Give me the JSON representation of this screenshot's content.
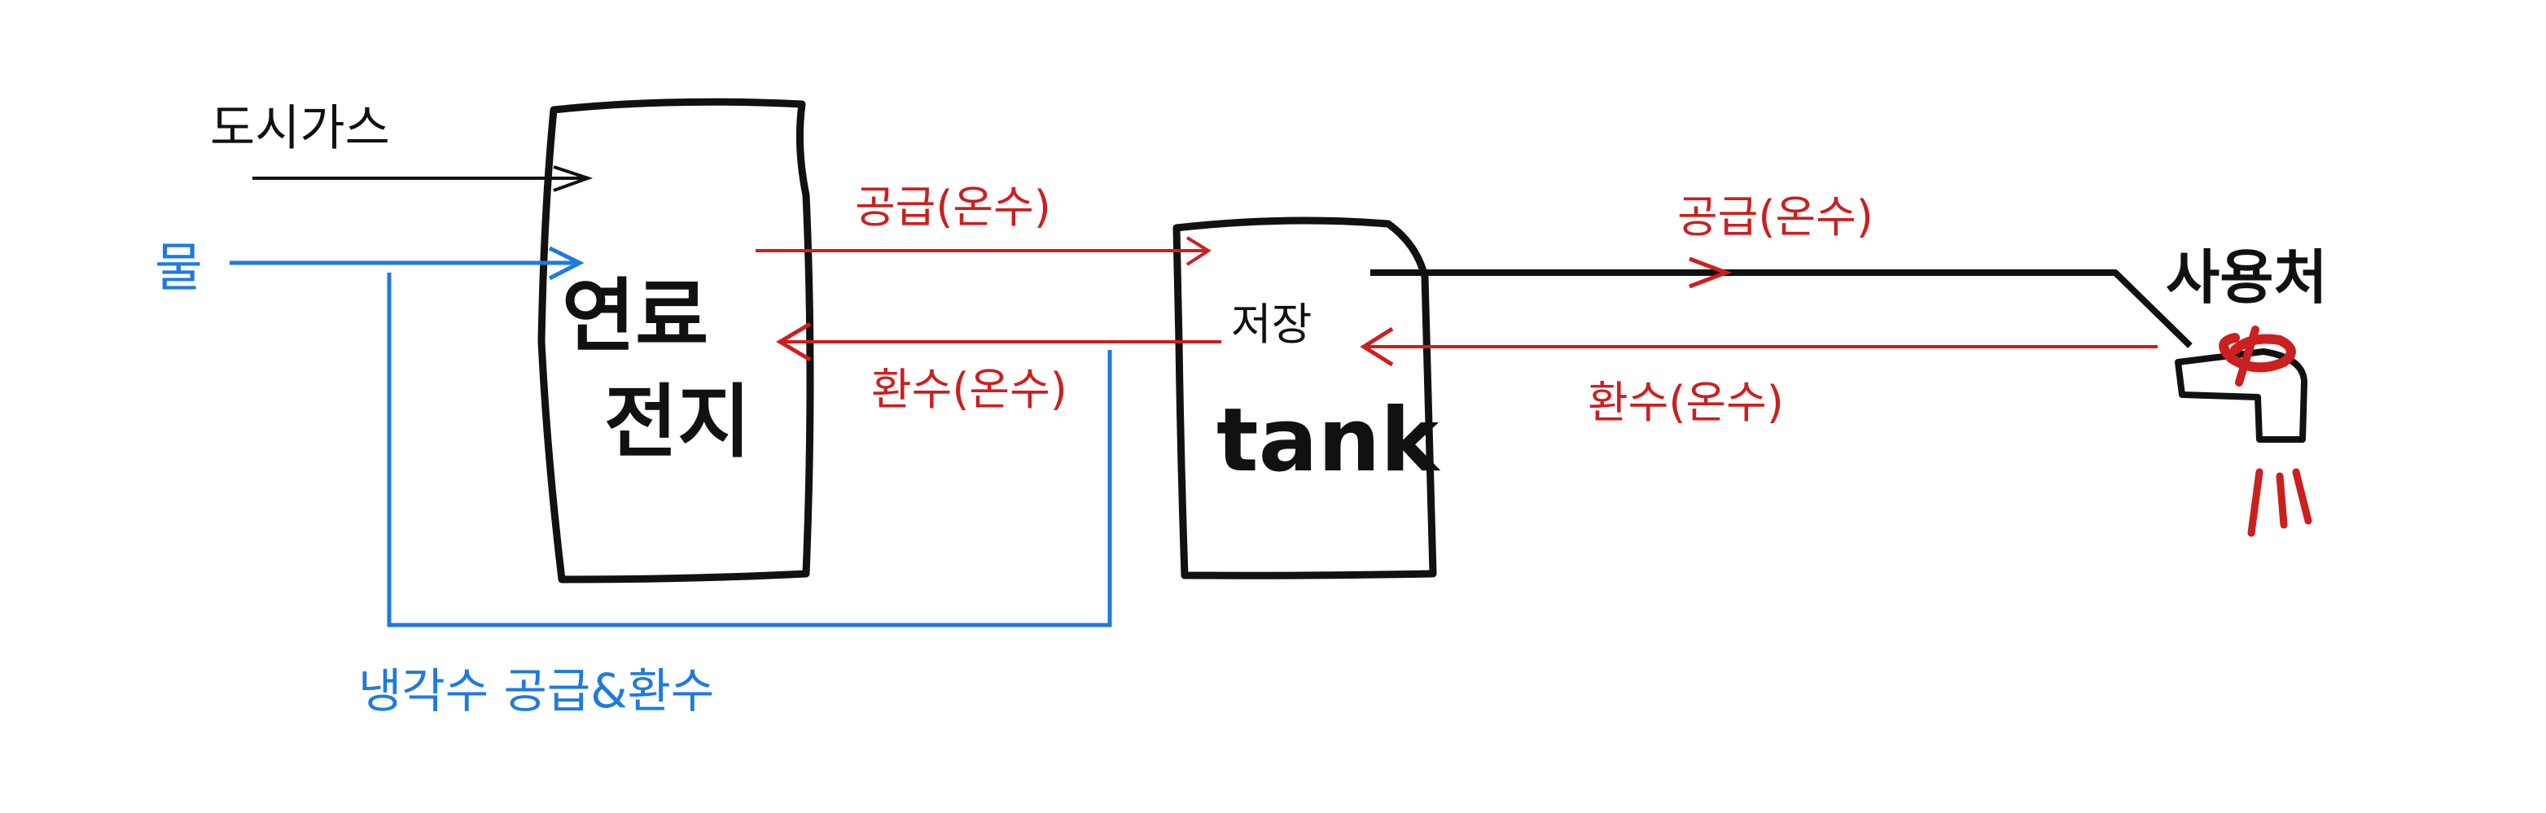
{
  "colors": {
    "hot_water": "#cc1f1f",
    "cooling_water": "#1e7ae0",
    "gas_and_outline": "#111111",
    "background": "#ffffff"
  },
  "inputs": {
    "gas": "도시가스",
    "water": "물"
  },
  "fuel_cell": {
    "line1": "연료",
    "line2": "전지"
  },
  "tank": {
    "label_top": "저장",
    "label_main": "tank"
  },
  "flows": {
    "supply_fc_to_tank": "공급(온수)",
    "return_tank_to_fc": "환수(온수)",
    "supply_tank_to_user": "공급(온수)",
    "return_user_to_tank": "환수(온수)",
    "cooling_loop": "냉각수 공급&환수"
  },
  "endpoint": {
    "label": "사용처",
    "icon": "faucet-icon"
  }
}
